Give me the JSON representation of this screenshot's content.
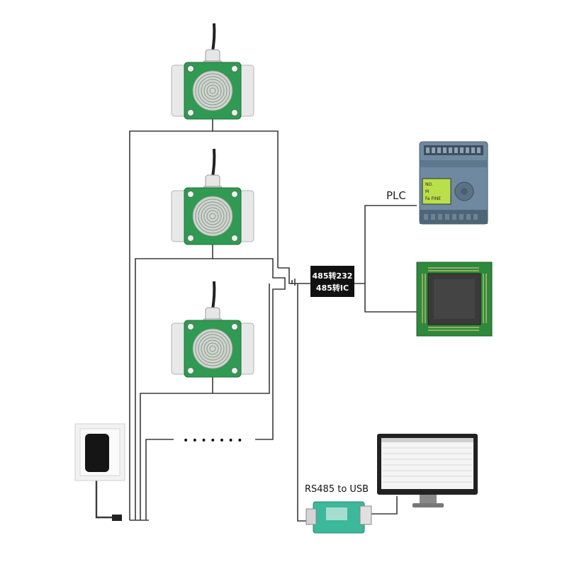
{
  "labels": {
    "plc": "PLC",
    "converter_line1": "485转232",
    "converter_line2": "485转IC",
    "rs485_usb": "RS485 to USB",
    "ellipsis": "• • • • • • •"
  },
  "plc_screen": {
    "line1": "NO.",
    "line2": "M",
    "line3": "Fa  FINE"
  },
  "colors": {
    "sensor_green": "#2f9a52",
    "sensor_shell": "#e8e8e8",
    "wire": "#3a3a3a",
    "plc_body": "#6f8aa0",
    "plc_screen": "#b9e04a",
    "chip_board": "#2c8a3a",
    "chip": "#3a3a3a",
    "converter_box": "#111111",
    "usb_module": "#3cb89a",
    "monitor_frame": "#222222",
    "socket": "#f2f2f2"
  },
  "icons": {
    "sensor": "water-leak-sensor-icon",
    "plc": "plc-controller-icon",
    "chip": "microcontroller-chip-icon",
    "usb": "rs485-usb-module-icon",
    "monitor": "computer-monitor-icon",
    "power": "power-adapter-icon"
  }
}
